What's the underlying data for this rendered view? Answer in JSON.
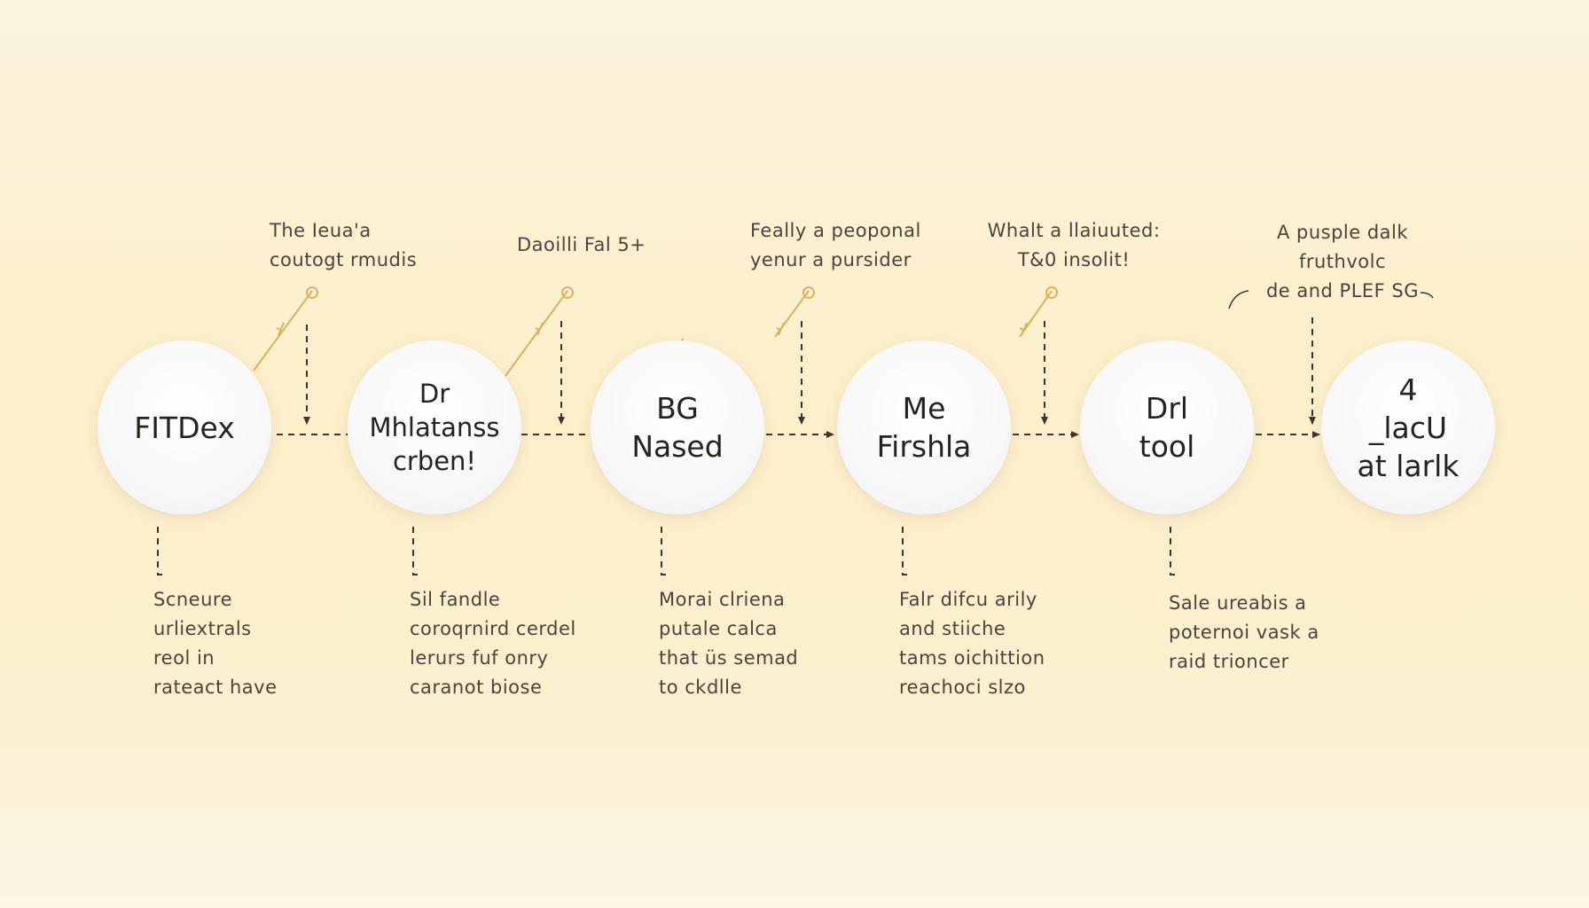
{
  "steps": [
    {
      "label": "FITDex",
      "top_note": "The Ieua'a\ncoutogt rmudis",
      "bottom_note": "Scneure\nurliextrals\nreol in\nrateact have"
    },
    {
      "label": "Dr\nMhlatanss\ncrben!",
      "top_note": "Daoilli Fal 5+",
      "bottom_note": "Sil fandle\ncoroqrnird cerdel\nlerurs fuf onry\ncaranot biose"
    },
    {
      "label": "BG\nNased",
      "top_note": "Feally a peoponal\nyenur a pursider",
      "bottom_note": "Morai clriena\nputale calca\nthat üs semad\nto ckdlle"
    },
    {
      "label": "Me\nFirshla",
      "top_note": "Whalt a llaiuuted:\nT&0 insolit!",
      "bottom_note": "Falr difcu arily\nand stiiche\ntams oichittion\nreachoci slzo"
    },
    {
      "label": "Drl\ntool",
      "top_note": "A pusple dalk\nfruthvolc\nde and PLEF SG",
      "bottom_note": "Sale ureabis a\npoternoi vask a\nraid trioncer"
    },
    {
      "label": "4\n_lacU\nat larlk",
      "top_note": "",
      "bottom_note": ""
    }
  ],
  "colors": {
    "connector": "#3a352e",
    "accent": "#d9b25a",
    "node_fill": "#f8f8f9"
  },
  "icons": [
    "key-icon"
  ]
}
